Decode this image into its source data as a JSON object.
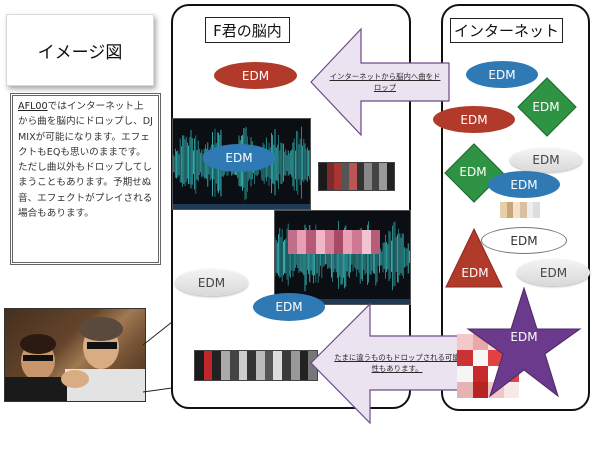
{
  "title_box": {
    "label": "イメージ図"
  },
  "description": {
    "highlight": "AFL00",
    "body": "ではインターネット上から曲を脳内にドロップし、DJ MIXが可能になります。エフェクトもEQも思いのままです。ただし曲以外もドロップしてしまうこともあります。予期せぬ音、エフェクトがプレイされる場合もあります。"
  },
  "brain_panel": {
    "label": "F君の脳内",
    "items": {
      "edm_top": "EDM",
      "edm_wave": "EDM",
      "edm_grey": "EDM",
      "edm_blue_bottom": "EDM"
    }
  },
  "internet_panel": {
    "label": "インターネット",
    "items": {
      "edm_blue_top": "EDM",
      "edm_diamond_top": "EDM",
      "edm_red": "EDM",
      "edm_grey_1": "EDM",
      "edm_diamond_left": "EDM",
      "edm_blue_mid": "EDM",
      "edm_white": "EDM",
      "edm_triangle": "EDM",
      "edm_grey_2": "EDM",
      "edm_star": "EDM"
    }
  },
  "arrows": {
    "top": "インターネットから脳内へ曲をドロップ",
    "bottom": "たまに違うものもドロップされる可能性もあります。"
  },
  "icons": {
    "photo": "photo-placeholder",
    "mosaic": "censored-image"
  },
  "colors": {
    "red": "#b23a2a",
    "blue": "#2f7ab5",
    "green": "#2e9444",
    "purple": "#6b3a8c",
    "scope_wave": "#3fd6d6",
    "arrow_fill": "#ebe4f0",
    "arrow_stroke": "#6b4a8a"
  }
}
